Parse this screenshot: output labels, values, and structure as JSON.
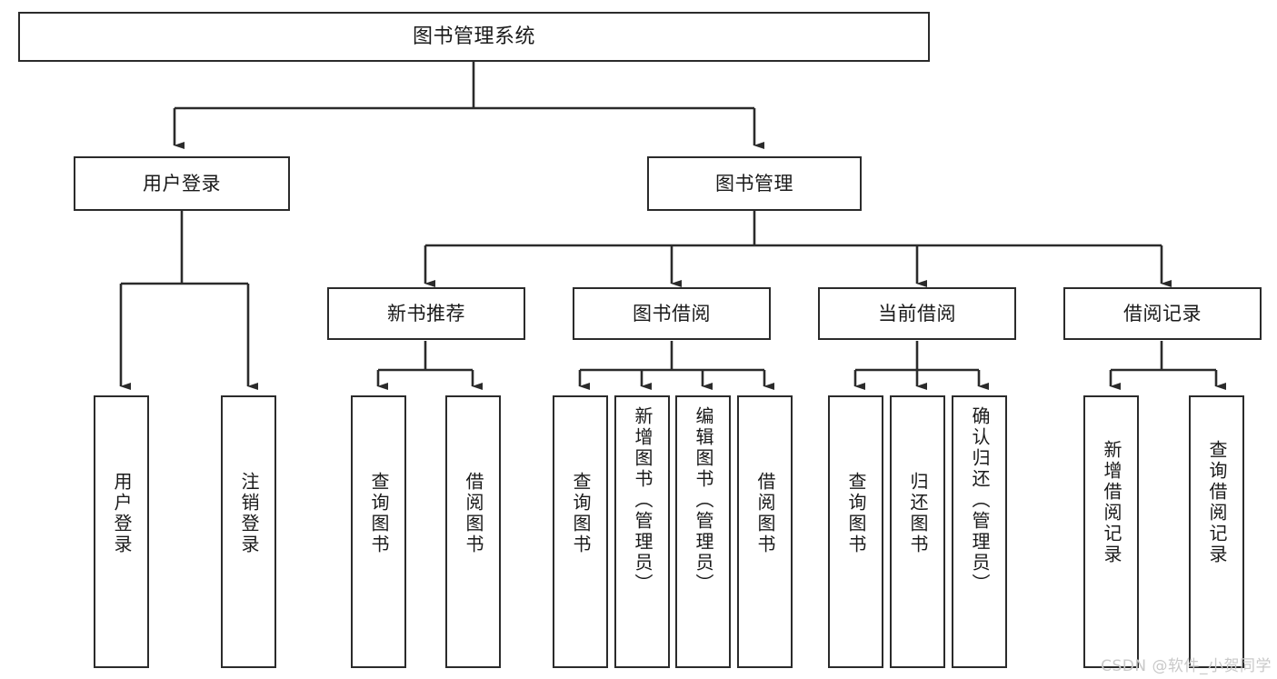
{
  "diagram": {
    "type": "tree-hierarchy-chart",
    "title": "图书管理系统",
    "watermark": "CSDN @软件_小贺同学",
    "colors": {
      "stroke": "#2b2b2b",
      "fill": "#ffffff",
      "text": "#1a1a1a",
      "watermark": "#c9c9c9"
    },
    "levels": {
      "level1": [
        {
          "id": "root",
          "label": "图书管理系统"
        }
      ],
      "level2": [
        {
          "id": "user-login",
          "label": "用户登录"
        },
        {
          "id": "book-manage",
          "label": "图书管理"
        }
      ],
      "level3": [
        {
          "id": "new-book-recommend",
          "label": "新书推荐"
        },
        {
          "id": "book-borrow",
          "label": "图书借阅"
        },
        {
          "id": "current-borrow",
          "label": "当前借阅"
        },
        {
          "id": "borrow-record",
          "label": "借阅记录"
        }
      ],
      "level4": [
        {
          "id": "leaf-user-login",
          "label": "用户登录",
          "parent": "user-login"
        },
        {
          "id": "leaf-logout-login",
          "label": "注销登录",
          "parent": "user-login"
        },
        {
          "id": "leaf-query-book-1",
          "label": "查询图书",
          "parent": "new-book-recommend"
        },
        {
          "id": "leaf-borrow-book-1",
          "label": "借阅图书",
          "parent": "new-book-recommend"
        },
        {
          "id": "leaf-query-book-2",
          "label": "查询图书",
          "parent": "book-borrow"
        },
        {
          "id": "leaf-add-book-admin",
          "label": "新增图书（管理员）",
          "parent": "book-borrow"
        },
        {
          "id": "leaf-edit-book-admin",
          "label": "编辑图书（管理员）",
          "parent": "book-borrow"
        },
        {
          "id": "leaf-borrow-book-2",
          "label": "借阅图书",
          "parent": "book-borrow"
        },
        {
          "id": "leaf-query-book-3",
          "label": "查询图书",
          "parent": "current-borrow"
        },
        {
          "id": "leaf-return-book",
          "label": "归还图书",
          "parent": "current-borrow"
        },
        {
          "id": "leaf-confirm-return-admin",
          "label": "确认归还（管理员）",
          "parent": "current-borrow"
        },
        {
          "id": "leaf-add-borrow-record",
          "label": "新增借阅记录",
          "parent": "borrow-record"
        },
        {
          "id": "leaf-query-borrow-record",
          "label": "查询借阅记录",
          "parent": "borrow-record"
        }
      ]
    }
  }
}
